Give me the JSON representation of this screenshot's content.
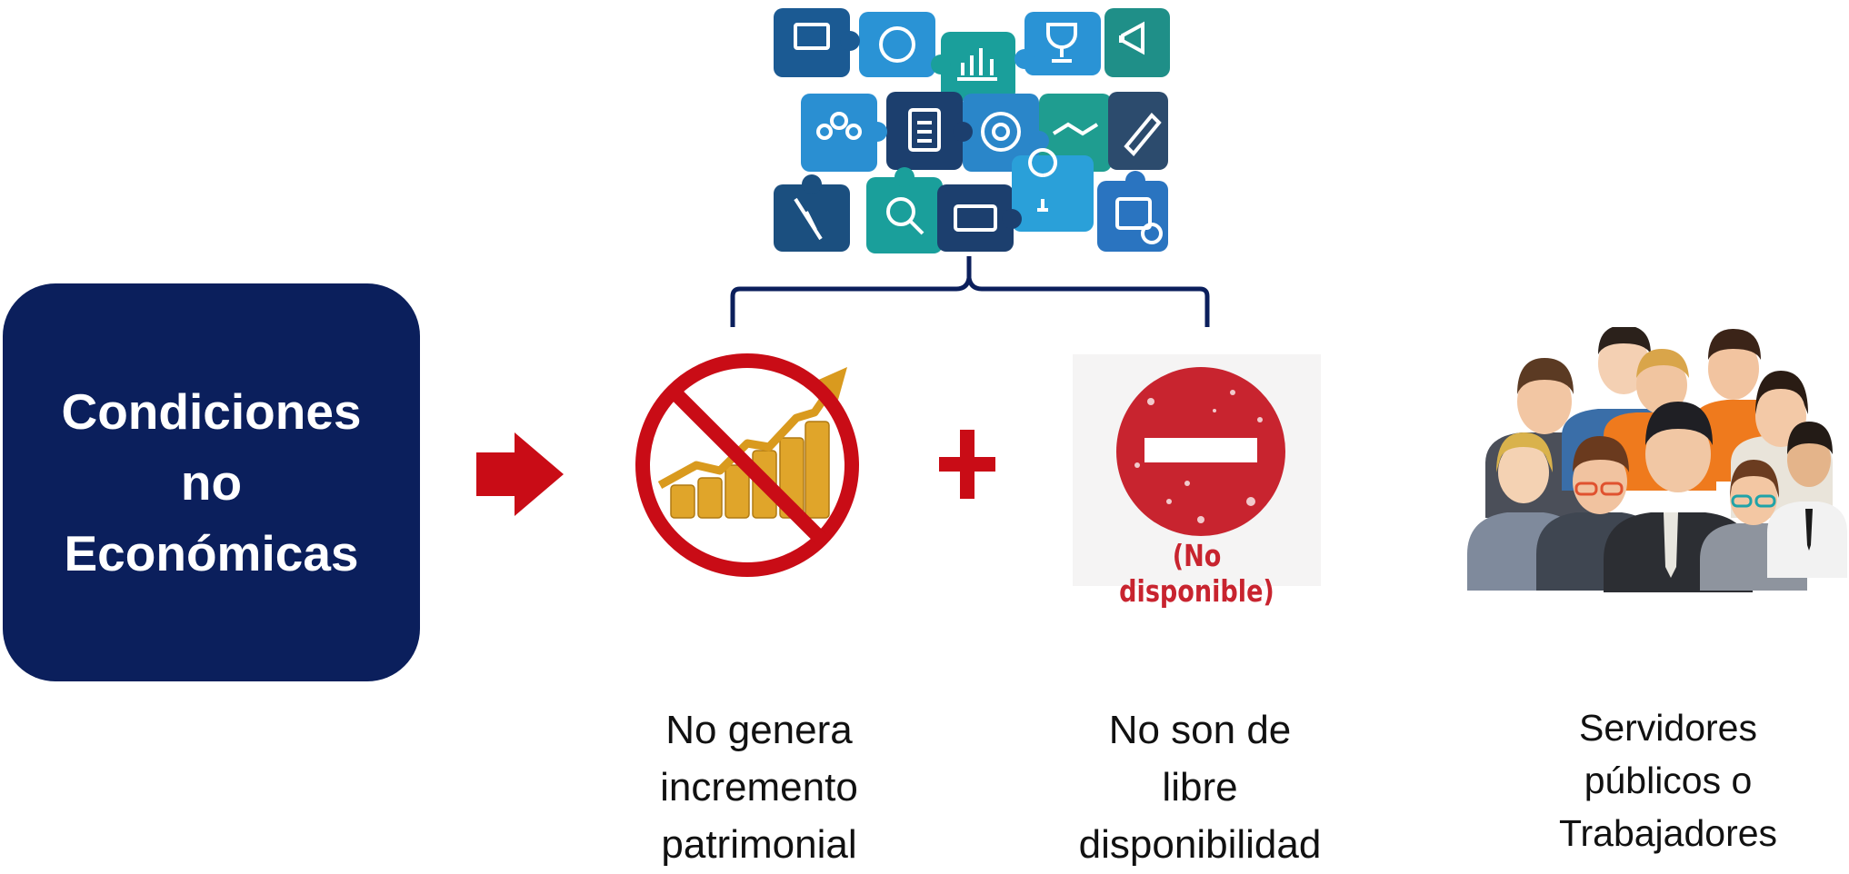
{
  "main_box": {
    "title": "Condiciones\nno\nEconómicas"
  },
  "items": [
    {
      "caption": "No genera\nincremento\npatrimonial",
      "icon": "no-growth-icon"
    },
    {
      "caption": "No son de\nlibre\ndisponibilidad",
      "icon": "no-entry-sign-icon",
      "sign_text": "(No disponible)"
    },
    {
      "caption": "Servidores\npúblicos o\nTrabajadores",
      "icon": "people-group-icon"
    }
  ],
  "icons": {
    "top_collage": "business-puzzle-icon",
    "arrow": "arrow-right-icon",
    "plus": "plus-icon",
    "brace": "bracket-icon"
  },
  "colors": {
    "navy": "#0b1f5c",
    "red": "#c90c16",
    "sign_red": "#c8242f",
    "gold": "#e0a52a"
  }
}
